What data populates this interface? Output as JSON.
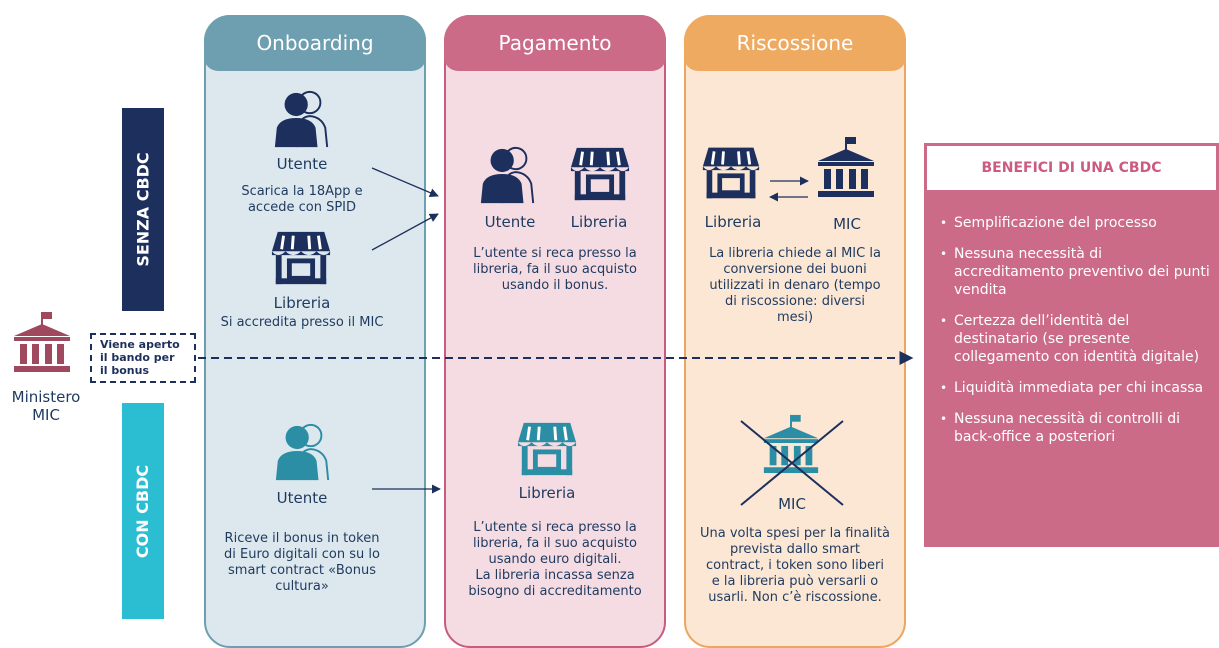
{
  "colors": {
    "navy": "#1d2f5c",
    "teal": "#2b8ea5",
    "onboarding": "#6e9fb0",
    "pagamento": "#cc6b87",
    "riscossione": "#efaa62",
    "ministero": "#a0485e",
    "con_cbdc": "#2bbdd2"
  },
  "columns": {
    "onboarding": "Onboarding",
    "pagamento": "Pagamento",
    "riscossione": "Riscossione"
  },
  "side_labels": {
    "senza": "SENZA CBDC",
    "con": "CON CBDC"
  },
  "ministero": {
    "line1": "Ministero",
    "line2": "MIC",
    "icon": "bank-building-icon"
  },
  "bando": {
    "line1": "Viene aperto",
    "line2": "il bando per",
    "line3": "il bonus"
  },
  "senza": {
    "onboarding": {
      "utente_label": "Utente",
      "utente_text_1": "Scarica la 18App e",
      "utente_text_2": "accede con SPID",
      "libreria_label": "Libreria",
      "libreria_text": "Si accredita presso il MIC"
    },
    "pagamento": {
      "utente_label": "Utente",
      "libreria_label": "Libreria",
      "text_1": "L’utente si reca presso la",
      "text_2": "libreria, fa il suo acquisto",
      "text_3": "usando il bonus."
    },
    "riscossione": {
      "libreria_label": "Libreria",
      "mic_label": "MIC",
      "text_1": "La libreria chiede al MIC la",
      "text_2": "conversione dei buoni",
      "text_3": "utilizzati in denaro (tempo",
      "text_4": "di riscossione: diversi",
      "text_5": "mesi)"
    }
  },
  "con": {
    "onboarding": {
      "utente_label": "Utente",
      "text_1": "Riceve il bonus in token",
      "text_2": "di Euro digitali con su lo",
      "text_3": "smart contract «Bonus",
      "text_4": "cultura»"
    },
    "pagamento": {
      "libreria_label": "Libreria",
      "text_1": "L’utente si reca presso la",
      "text_2": "libreria, fa il suo acquisto",
      "text_3": "usando euro digitali.",
      "text_4": "La libreria incassa senza",
      "text_5": "bisogno di accreditamento"
    },
    "riscossione": {
      "mic_label": "MIC",
      "text_1": "Una volta spesi per la finalità",
      "text_2": "prevista dallo smart",
      "text_3": "contract, i token sono liberi",
      "text_4": "e la libreria può versarli o",
      "text_5": "usarli. Non c’è riscossione."
    }
  },
  "benefici": {
    "title": "BENEFICI DI UNA CBDC",
    "items": [
      "Semplificazione del processo",
      "Nessuna necessità di accreditamento preventivo dei punti vendita",
      "Certezza dell’identità del destinatario (se presente collegamento con identità digitale)",
      "Liquidità immediata per chi incassa",
      "Nessuna necessità di controlli di back-office a posteriori"
    ]
  }
}
